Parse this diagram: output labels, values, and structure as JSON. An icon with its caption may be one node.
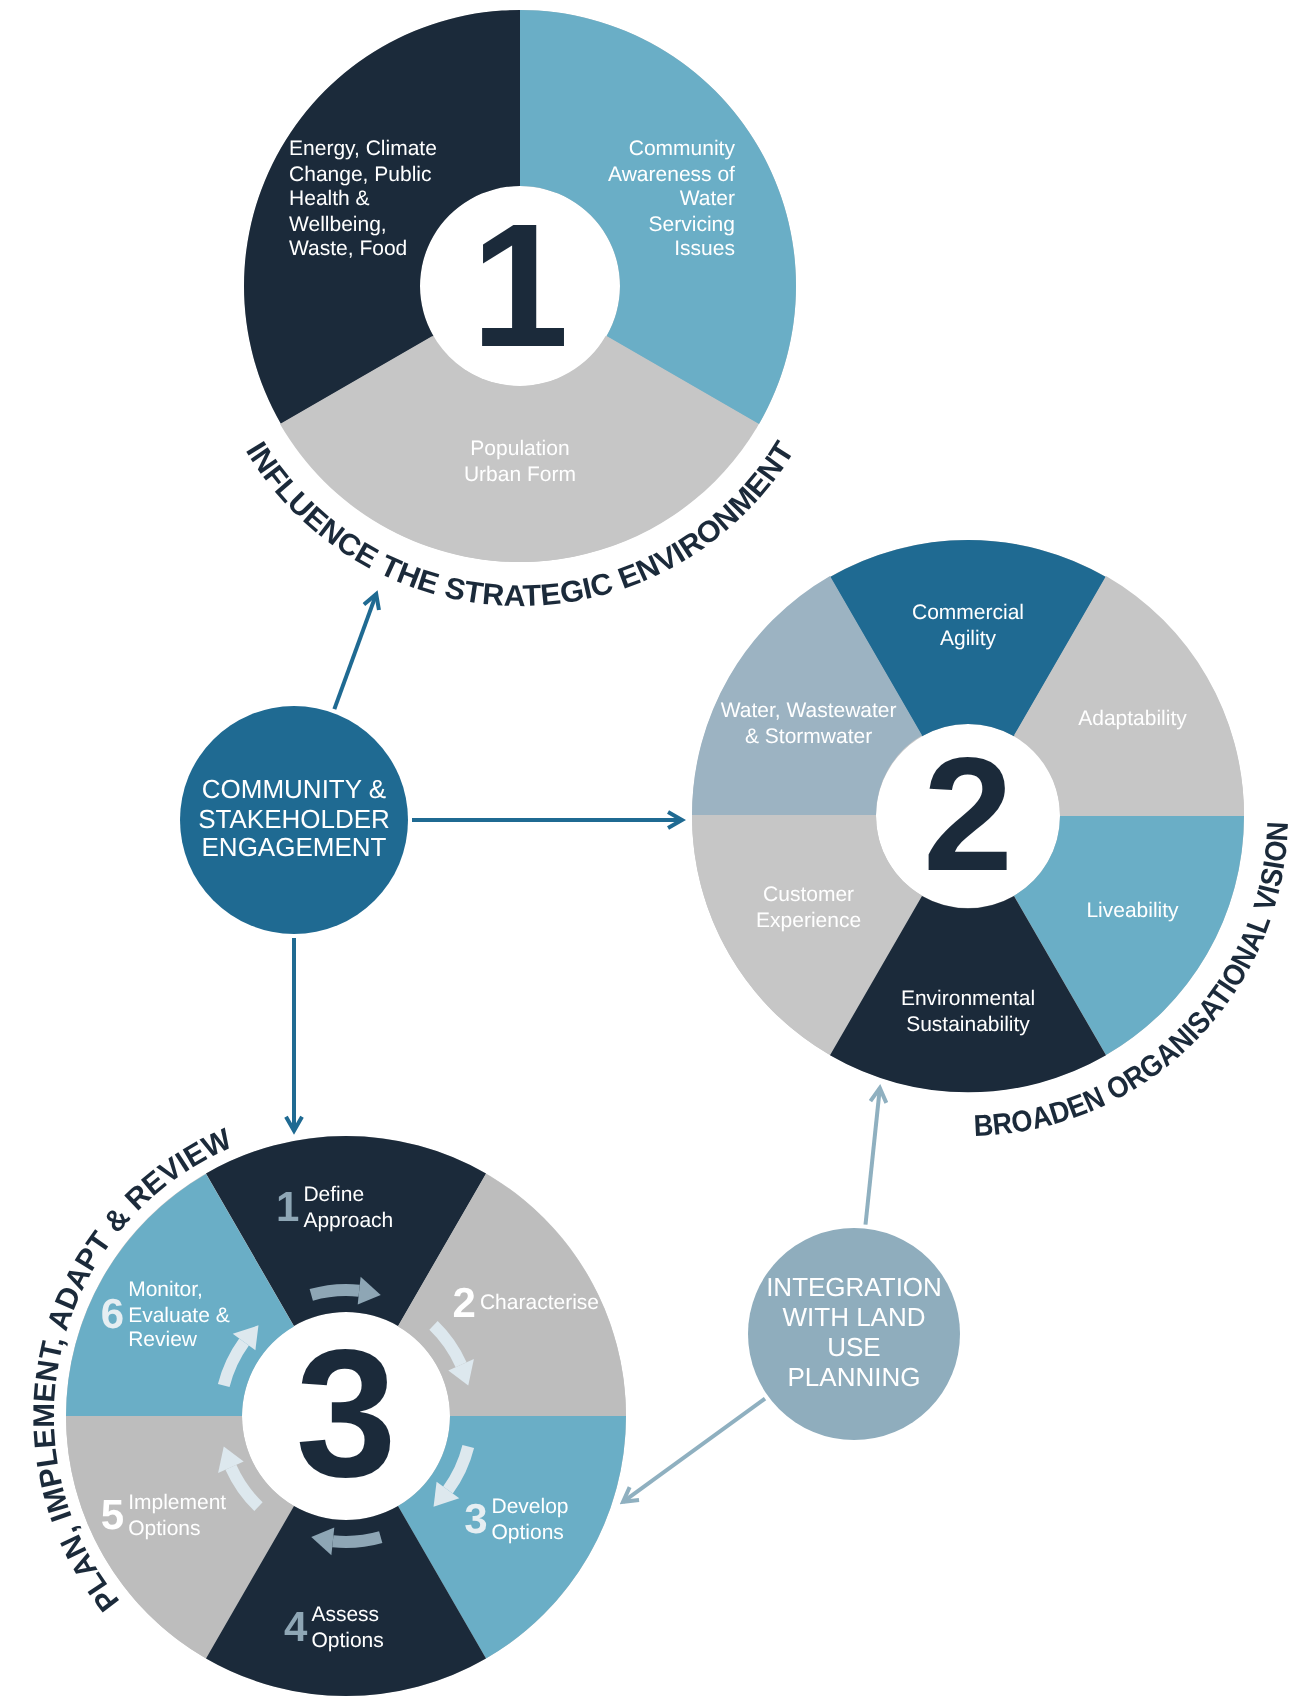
{
  "diagram": {
    "nodes": [
      {
        "text": [
          "1"
        ],
        "beside": [
          "INFLUENCE THE STRATEGIC ENVIRONMENT"
        ]
      },
      {
        "text": [
          "Energy, Climate Change, Public Health & Wellbeing, Waste, Food"
        ],
        "in": 0
      },
      {
        "text": [
          "Community Awareness of Water Servicing Issues"
        ],
        "in": 0
      },
      {
        "text": [
          "Population Urban Form"
        ],
        "in": 0
      },
      {
        "text": [
          "2"
        ],
        "beside": [
          "BROADEN ORGANISATIONAL VISION"
        ]
      },
      {
        "text": [
          "Commercial Agility"
        ],
        "in": 4
      },
      {
        "text": [
          "Water, Wastewater & Stormwater"
        ],
        "in": 4
      },
      {
        "text": [
          "Adaptability"
        ],
        "in": 4
      },
      {
        "text": [
          "Customer Experience"
        ],
        "in": 4
      },
      {
        "text": [
          "Liveability"
        ],
        "in": 4
      },
      {
        "text": [
          "Environmental Sustainability"
        ],
        "in": 4
      },
      {
        "text": [
          "COMMUNITY & STAKEHOLDER ENGAGEMENT"
        ]
      },
      {
        "text": [
          "3"
        ],
        "beside": [
          "PLAN, IMPLEMENT, ADAPT & REVIEW"
        ]
      },
      {
        "text": [
          "1",
          "Define Approach"
        ],
        "in": 12
      },
      {
        "text": [
          "6",
          "Monitor, Evaluate & Review"
        ],
        "in": 12
      },
      {
        "text": [
          "2",
          "Characterise"
        ],
        "in": 12
      },
      {
        "text": [
          "5",
          "Implement Options"
        ],
        "in": 12
      },
      {
        "text": [
          "3",
          "Develop Options"
        ],
        "in": 12
      },
      {
        "text": [
          "4",
          "Assess Options"
        ],
        "in": 12
      },
      {
        "text": [
          "INTEGRATION WITH LAND USE PLANNING"
        ]
      }
    ],
    "edges": [
      {
        "from": 11,
        "to": 0,
        "arrow": "to"
      },
      {
        "from": 11,
        "to": 4,
        "arrow": "to"
      },
      {
        "from": 11,
        "to": 12,
        "arrow": "to"
      },
      {
        "from": 19,
        "to": 4,
        "arrow": "to",
        "color": "#8fb0c0"
      },
      {
        "from": 19,
        "to": 12,
        "arrow": "to",
        "color": "#8fb0c0"
      }
    ]
  }
}
